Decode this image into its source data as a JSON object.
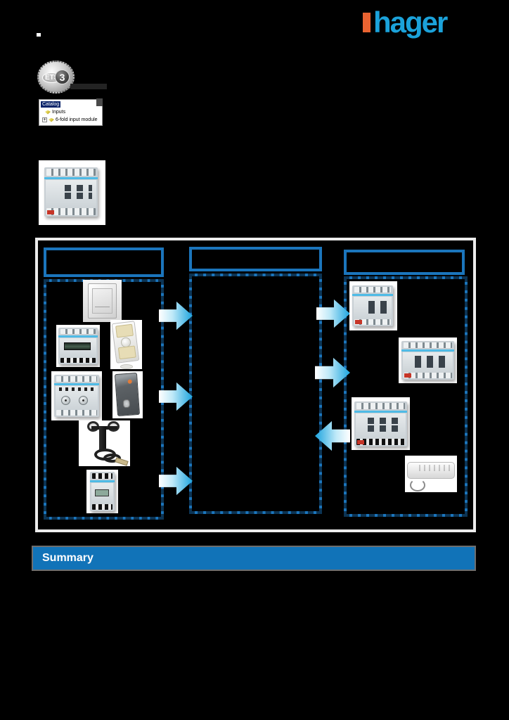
{
  "brand": {
    "logo_text": "hager",
    "logo_blue": "#1ba2da",
    "logo_orange": "#e96331"
  },
  "badges": {
    "ets": {
      "text": "ETS",
      "version": "3"
    }
  },
  "catalog_tree": {
    "root_label": "Catalog",
    "expand_glyph": "+",
    "items": [
      {
        "label": "Inputs"
      },
      {
        "label": "6-fold input module"
      }
    ]
  },
  "diagram": {
    "box_border_color": "#1b75bc",
    "arrow_color": "#29a9e0",
    "frame_color": "#ececec",
    "columns": 3,
    "arrows_left_to_middle": 3,
    "arrows_middle_to_right": 3,
    "arrow_directions_middle_to_right": [
      "right",
      "right",
      "left"
    ]
  },
  "summary": {
    "title": "Summary",
    "bar_color": "#1173b8"
  }
}
